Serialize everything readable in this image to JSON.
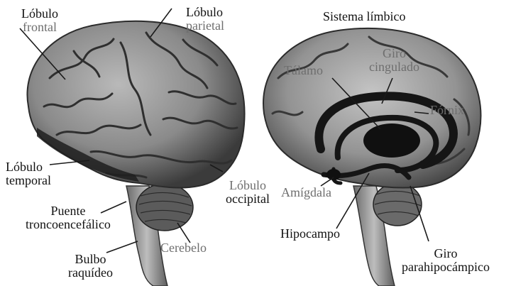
{
  "left_brain": {
    "frontal": [
      "Lóbulo",
      "frontal"
    ],
    "parietal": [
      "Lóbulo",
      "parietal"
    ],
    "temporal": [
      "Lóbulo",
      "temporal"
    ],
    "occipital": [
      "Lóbulo",
      "occipital"
    ],
    "brainstem": [
      "Puente",
      "troncoencefálico"
    ],
    "cerebellum": "Cerebelo",
    "medulla": [
      "Bulbo",
      "raquídeo"
    ]
  },
  "right_brain": {
    "title": "Sistema límbico",
    "thalamus": "Tálamo",
    "cingulate": [
      "Giro",
      "cingulado"
    ],
    "fornix": "Fórnix",
    "amygdala": "Amígdala",
    "hippocampus": "Hipocampo",
    "parahippocampal": [
      "Giro",
      "parahipocámpico"
    ]
  },
  "colors": {
    "tissue": "#8c8c8c",
    "tissue_dark": "#3a3a3a",
    "limbic": "#151515",
    "gray_label": "#6e6e6e",
    "black_label": "#111111"
  }
}
